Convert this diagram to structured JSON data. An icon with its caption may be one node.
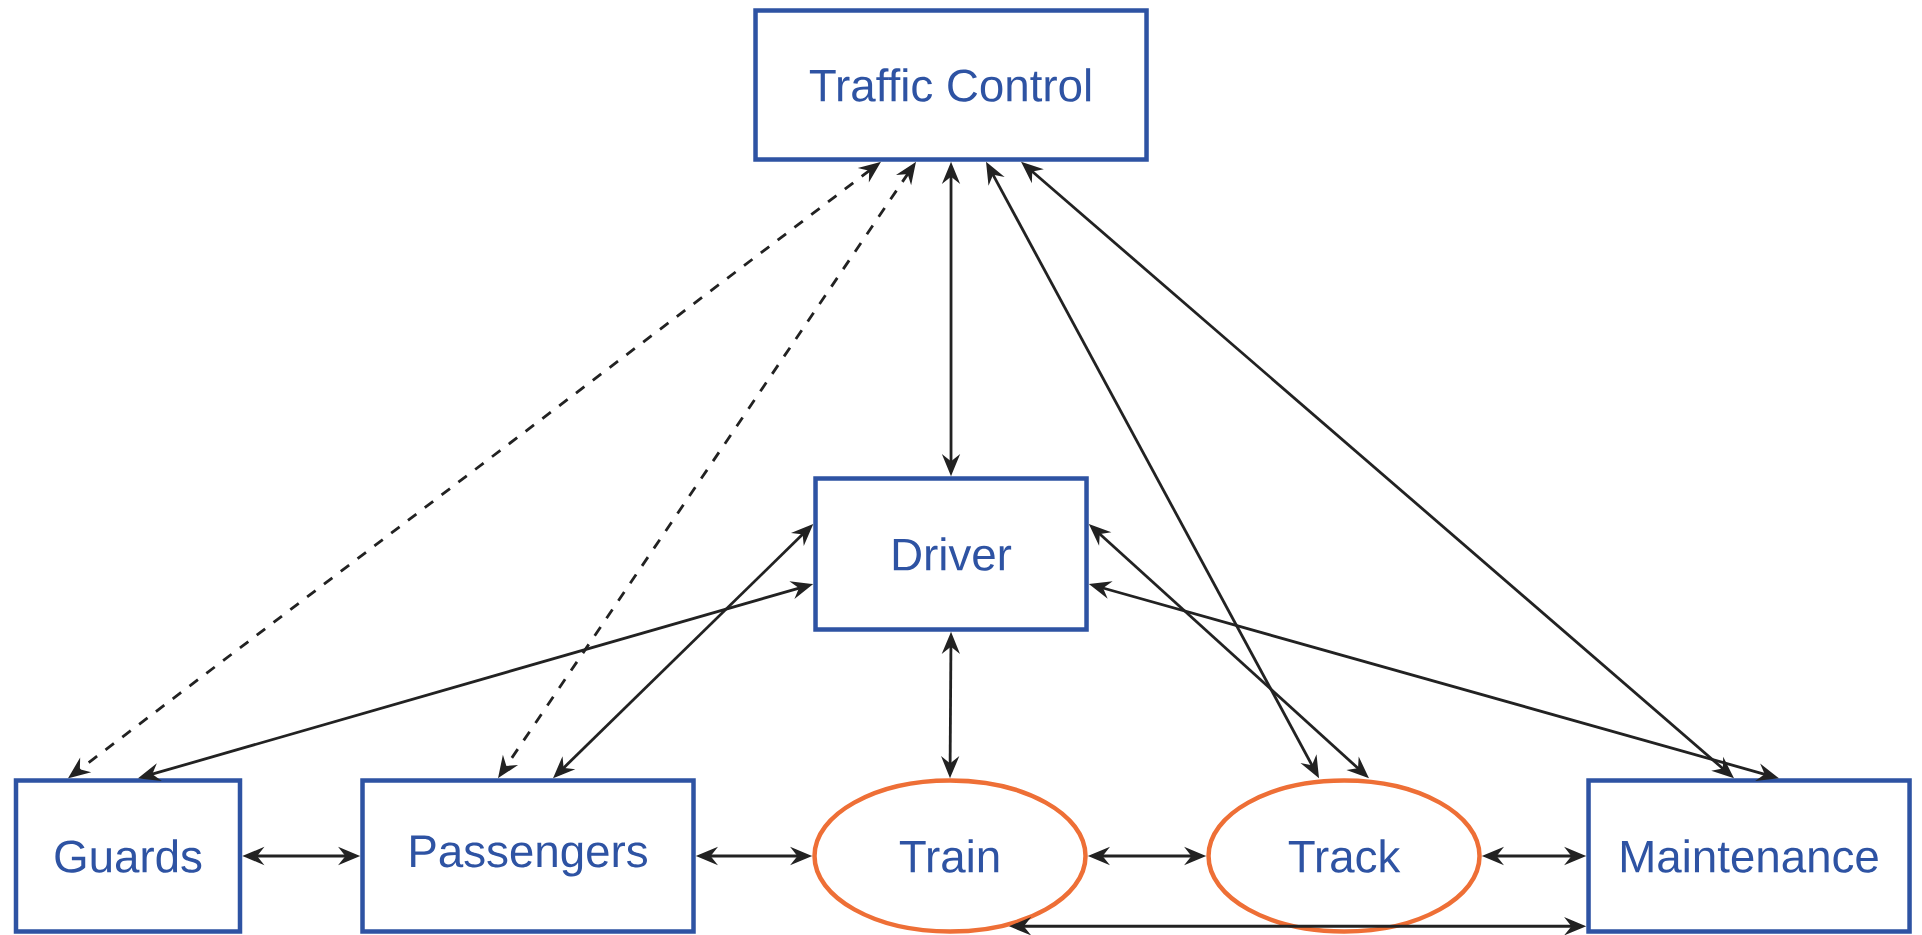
{
  "diagram": {
    "nodes": [
      {
        "text": [
          "Traffic Control"
        ]
      },
      {
        "text": [
          "Driver"
        ]
      },
      {
        "text": [
          "Guards"
        ]
      },
      {
        "text": [
          "Passengers"
        ]
      },
      {
        "text": [
          "Train"
        ]
      },
      {
        "text": [
          "Track"
        ]
      },
      {
        "text": [
          "Maintenance"
        ]
      }
    ],
    "edges": [
      {
        "from": 0,
        "to": 2,
        "arrow": "both",
        "style": "dashed"
      },
      {
        "from": 0,
        "to": 3,
        "arrow": "both",
        "style": "dashed"
      },
      {
        "from": 0,
        "to": 1,
        "arrow": "both"
      },
      {
        "from": 0,
        "to": 5,
        "arrow": "both"
      },
      {
        "from": 0,
        "to": 6,
        "arrow": "both"
      },
      {
        "from": 1,
        "to": 2,
        "arrow": "both"
      },
      {
        "from": 1,
        "to": 3,
        "arrow": "both"
      },
      {
        "from": 1,
        "to": 4,
        "arrow": "both"
      },
      {
        "from": 1,
        "to": 5,
        "arrow": "both"
      },
      {
        "from": 1,
        "to": 6,
        "arrow": "both"
      },
      {
        "from": 2,
        "to": 3,
        "arrow": "both"
      },
      {
        "from": 3,
        "to": 4,
        "arrow": "both"
      },
      {
        "from": 4,
        "to": 5,
        "arrow": "both"
      },
      {
        "from": 5,
        "to": 6,
        "arrow": "both"
      },
      {
        "from": 4,
        "to": 6,
        "arrow": "both"
      }
    ]
  }
}
